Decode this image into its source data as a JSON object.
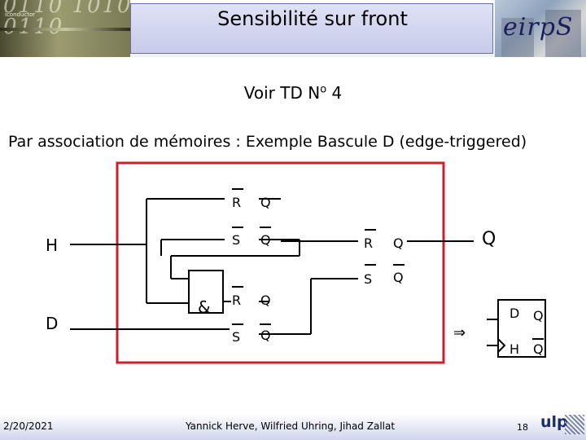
{
  "header": {
    "title": "Sensibilité sur front",
    "left_image_text": "iconductor",
    "left_image_digits": "0110 1010 0110",
    "logo_text": "eirpS"
  },
  "body": {
    "td_ref_main": "Voir TD N",
    "td_ref_super": "o",
    "td_ref_num": " 4",
    "subtitle": "Par association de mémoires : Exemple Bascule D (edge-triggered)"
  },
  "diagram": {
    "input_h": "H",
    "input_d": "D",
    "output_q": "Q",
    "and_gate": "&",
    "latch_top": {
      "r": "R",
      "s": "S",
      "q": "Q",
      "qbar": "Q"
    },
    "latch_mid": {
      "r": "R",
      "s": "S",
      "q": "Q",
      "qbar": "Q"
    },
    "latch_bot": {
      "r": "R",
      "s": "S",
      "q": "Q",
      "qbar": "Q"
    },
    "implies": "⇒",
    "symbol": {
      "d": "D",
      "h": "H",
      "q": "Q",
      "qbar": "Q"
    },
    "colors": {
      "frame": "#c8202c",
      "wire": "#000000"
    }
  },
  "footer": {
    "date": "2/20/2021",
    "authors": "Yannick Herve, Wilfried Uhring, Jihad Zallat",
    "page": "18",
    "logo": "ulp"
  }
}
